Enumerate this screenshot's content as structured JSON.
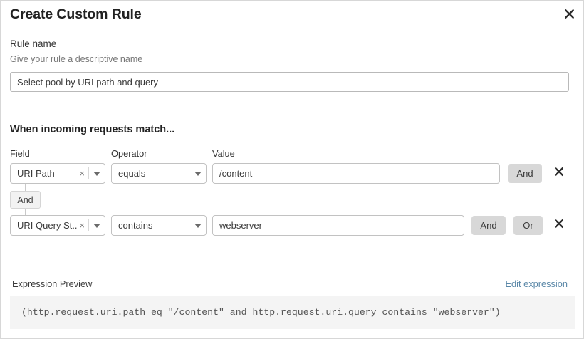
{
  "dialog": {
    "title": "Create Custom Rule",
    "close_icon": "close-icon"
  },
  "rule_name": {
    "label": "Rule name",
    "hint": "Give your rule a descriptive name",
    "value": "Select pool by URI path and query",
    "placeholder": "Select pool by URI path and query"
  },
  "conditions": {
    "heading": "When incoming requests match...",
    "columns": {
      "field": "Field",
      "operator": "Operator",
      "value": "Value"
    },
    "connector": {
      "label": "And"
    },
    "rows": [
      {
        "field": "URI Path",
        "field_clear": "×",
        "operator": "equals",
        "value": "/content",
        "buttons": [
          "And"
        ],
        "delete_icon": "close-icon"
      },
      {
        "field": "URI Query St...",
        "field_clear": "×",
        "operator": "contains",
        "value": "webserver",
        "buttons": [
          "And",
          "Or"
        ],
        "delete_icon": "close-icon"
      }
    ]
  },
  "preview": {
    "label": "Expression Preview",
    "edit_link": "Edit expression",
    "expression": "(http.request.uri.path eq \"/content\" and http.request.uri.query contains \"webserver\")"
  },
  "colors": {
    "link": "#5b88a8",
    "button_bg": "#d8d8d8",
    "preview_bg": "#f4f4f4",
    "border": "#c2c2c2"
  }
}
